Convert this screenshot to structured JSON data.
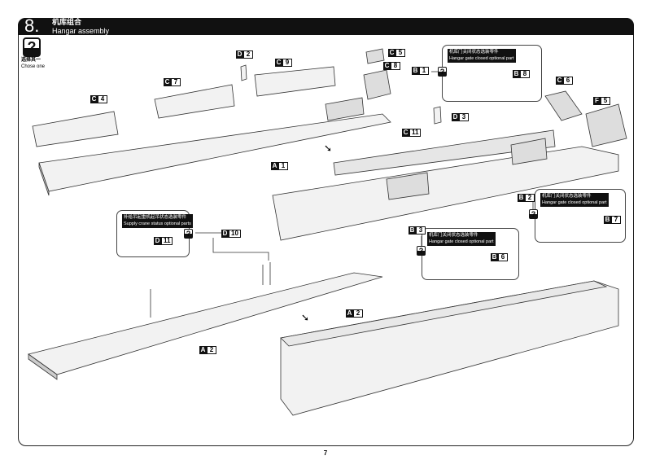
{
  "header": {
    "step": "8.",
    "title_cn": "机库组合",
    "title_en": "Hangar assembly"
  },
  "choose": {
    "icon": "question-icon",
    "cn": "选择其一",
    "en": "Chose one"
  },
  "labels": [
    {
      "l": "C",
      "n": "4"
    },
    {
      "l": "C",
      "n": "7"
    },
    {
      "l": "D",
      "n": "2"
    },
    {
      "l": "C",
      "n": "9"
    },
    {
      "l": "C",
      "n": "5"
    },
    {
      "l": "C",
      "n": "8"
    },
    {
      "l": "B",
      "n": "1"
    },
    {
      "l": "C",
      "n": "6"
    },
    {
      "l": "F",
      "n": "5"
    },
    {
      "l": "A",
      "n": "1"
    },
    {
      "l": "C",
      "n": "11"
    },
    {
      "l": "D",
      "n": "3"
    },
    {
      "l": "B",
      "n": "2"
    },
    {
      "l": "B",
      "n": "3"
    },
    {
      "l": "D",
      "n": "10"
    },
    {
      "l": "A",
      "n": "2"
    },
    {
      "l": "A",
      "n": "2"
    }
  ],
  "boxes": [
    {
      "cn": "机库门关闭状态选装零件",
      "en": "Hangar gate closed optional part",
      "part": {
        "l": "B",
        "n": "8"
      }
    },
    {
      "cn": "机库门关闭状态选装零件",
      "en": "Hangar gate closed optional part",
      "part": {
        "l": "B",
        "n": "7"
      }
    },
    {
      "cn": "机库门关闭状态选装零件",
      "en": "Hangar gate closed optional part",
      "part": {
        "l": "B",
        "n": "6"
      }
    },
    {
      "cn": "补给吊起重机起吊状态选装零件",
      "en": "Supply crane status optional parts",
      "part": {
        "l": "D",
        "n": "11"
      }
    }
  ],
  "page_number": "7"
}
